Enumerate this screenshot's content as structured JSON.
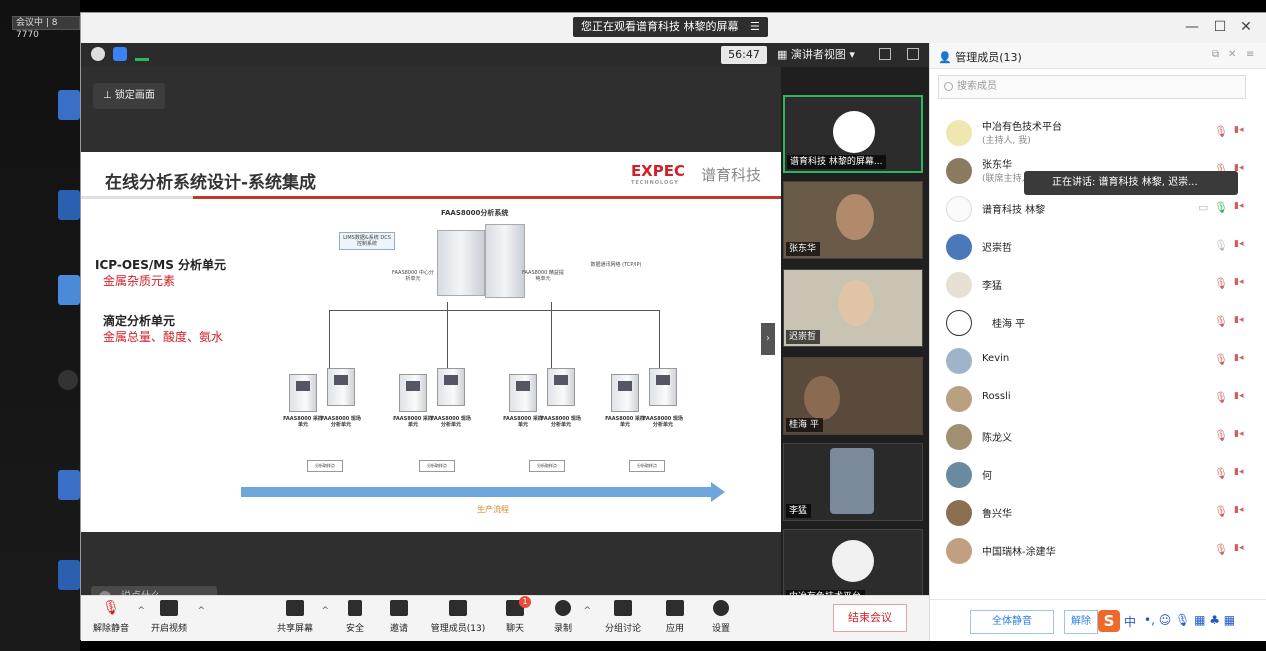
{
  "desktop": {
    "rec_badge": "会议中 | 8 7770"
  },
  "window": {
    "viewing_banner": "您正在观看谱育科技 林黎的屏幕",
    "banner_menu_icon": "list-icon"
  },
  "meeting_bar": {
    "timer": "56:47",
    "speaker_view": "演讲者视图 ▾"
  },
  "share": {
    "lock_button": "锁定画面",
    "chat_placeholder": "说点什么..."
  },
  "slide": {
    "title": "在线分析系统设计-系统集成",
    "logo_text": "EXPEC",
    "logo_sub": "TECHNOLOGY",
    "logo_cn": "谱育科技",
    "system_title": "FAAS8000分析系统",
    "unit1_head": "ICP-OES/MS 分析单元",
    "unit1_sub": "金属杂质元素",
    "unit2_head": "滴定分析单元",
    "unit2_sub": "金属总量、酸度、氨水",
    "center_unit": "FAAS8000 中心分析单元",
    "precision_unit": "FAAS8000 精益提纯单元",
    "dcs": "LIMS数据&系统 DCS控制系统",
    "network": "数据通讯网络 (TCP/IP)",
    "sampling_unit": "FAAS8000 采样单元",
    "ontsite_unit": "FAAS8000 现场分析单元",
    "analysis_point": "分析取样点",
    "flow_label": "生产流程"
  },
  "video_tiles": [
    {
      "name": "谱育科技 林黎的屏幕..."
    },
    {
      "name": "张东华"
    },
    {
      "name": "迟崇哲"
    },
    {
      "name": "桂海  平"
    },
    {
      "name": "李猛"
    },
    {
      "name": "中冶有色技术平台"
    }
  ],
  "toolbar": {
    "unmute": "解除静音",
    "start_video": "开启视频",
    "share_screen": "共享屏幕",
    "security": "安全",
    "invite": "邀请",
    "manage_members": "管理成员(13)",
    "chat": "聊天",
    "chat_badge": "1",
    "record": "录制",
    "breakout": "分组讨论",
    "apps": "应用",
    "settings": "设置",
    "end_meeting": "结束会议"
  },
  "panel": {
    "title": "管理成员(13)",
    "search_placeholder": "搜索成员",
    "speaking_popup": "正在讲话: 谱育科技 林黎, 迟崇...",
    "members": [
      {
        "name": "中冶有色技术平台",
        "sub": "(主持人, 我)",
        "mic": "off"
      },
      {
        "name": "张东华",
        "sub": "(联席主持人)",
        "mic": "off"
      },
      {
        "name": "谱育科技 林黎",
        "sub": "",
        "mic": "on"
      },
      {
        "name": "迟崇哲",
        "sub": "",
        "mic": "idle"
      },
      {
        "name": "李猛",
        "sub": "",
        "mic": "off"
      },
      {
        "name": "桂海  平",
        "sub": "",
        "mic": "off"
      },
      {
        "name": "Kevin",
        "sub": "",
        "mic": "off"
      },
      {
        "name": "Rossli",
        "sub": "",
        "mic": "off"
      },
      {
        "name": "陈龙义",
        "sub": "",
        "mic": "off"
      },
      {
        "name": "何",
        "sub": "",
        "mic": "off"
      },
      {
        "name": "鲁兴华",
        "sub": "",
        "mic": "off"
      },
      {
        "name": "中国瑞林-涂建华",
        "sub": "",
        "mic": "off"
      }
    ],
    "mute_all": "全体静音",
    "unmute_all": "解除",
    "ime_label": "中"
  },
  "colors": {
    "accent_red": "#d0202a",
    "active_green": "#2fb55e",
    "link_blue": "#2f7de1"
  }
}
